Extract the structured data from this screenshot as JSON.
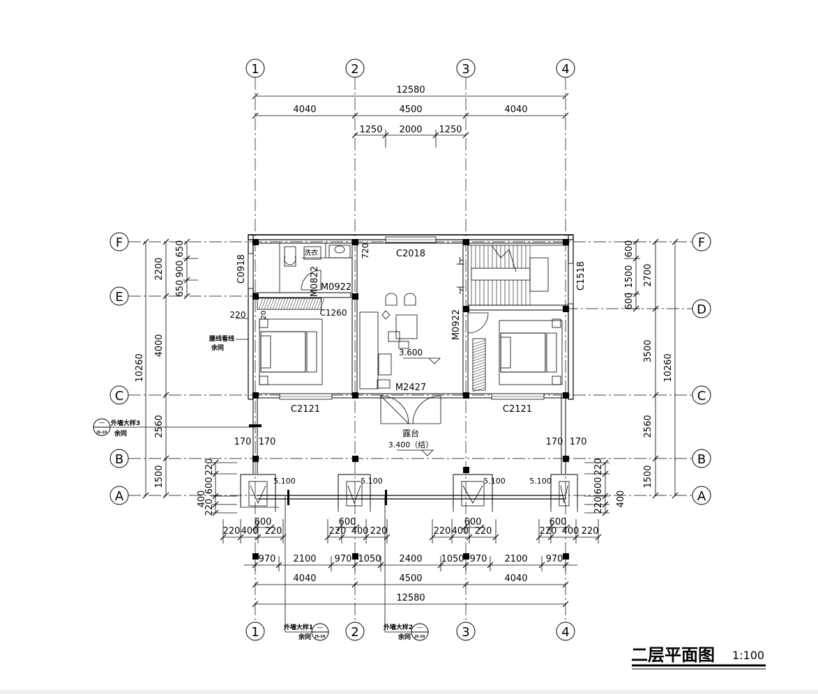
{
  "title": {
    "main": "二层平面图",
    "scale": "1:100"
  },
  "grid_columns": [
    "1",
    "2",
    "3",
    "4"
  ],
  "grid_rows_left": [
    "F",
    "E",
    "C",
    "B",
    "A"
  ],
  "grid_rows_right": [
    "F",
    "D",
    "C",
    "B",
    "A"
  ],
  "dims_top": {
    "overall": "12580",
    "bays": [
      "4040",
      "4500",
      "4040"
    ],
    "opening": [
      "1250",
      "2000",
      "1250"
    ]
  },
  "dims_bottom": {
    "pier_row": [
      "970",
      "2100",
      "970",
      "1050",
      "2400",
      "1050",
      "970",
      "2100",
      "970"
    ],
    "bays": [
      "4040",
      "4500",
      "4040"
    ],
    "overall": "12580",
    "column_600": "600",
    "column_sub": [
      "220",
      "400",
      "220"
    ]
  },
  "dims_left": {
    "overall": "10260",
    "segments": [
      "2200",
      "4000",
      "2560",
      "1500"
    ],
    "sub": [
      "650",
      "900",
      "650"
    ],
    "col": [
      "220",
      "600",
      "400",
      "220"
    ]
  },
  "dims_right": {
    "overall": "10260",
    "segments": [
      "2700",
      "3500",
      "2560",
      "1500"
    ],
    "sub": [
      "600",
      "1500",
      "600"
    ],
    "col": [
      "220",
      "600",
      "220",
      "400"
    ]
  },
  "labels": {
    "door_m0922": "M0922",
    "door_m0822": "M0822",
    "door_m0922_b": "M0922",
    "door_m2427": "M2427",
    "win_c2018": "C2018",
    "win_c0918": "C0918",
    "win_c1518": "C1518",
    "win_c2121_l": "C2121",
    "win_c2121_r": "C2121",
    "cabinet_c1260": "C1260",
    "washer": "洗衣",
    "dim_720": "720",
    "dim_220": "220",
    "dim_20": "20",
    "stair_up": "上",
    "stair_down": "下",
    "level_360": "3.600",
    "terrace": "露台",
    "level_340": "3.400（结）",
    "level_510": [
      "5.100",
      "5.100",
      "5.100",
      "5.100"
    ],
    "dim_170": [
      "170",
      "170",
      "170",
      "170"
    ],
    "note_waist": "腰线看线",
    "note_same": "余同",
    "detail_3": "外墙大样3",
    "detail_3_sub": "余同",
    "detail_1": "外墙大样1",
    "detail_1_sub": "余同",
    "detail_2": "外墙大样2",
    "detail_2_sub": "余同",
    "ref_dash": "—",
    "ref_sheet": "JS-10"
  }
}
